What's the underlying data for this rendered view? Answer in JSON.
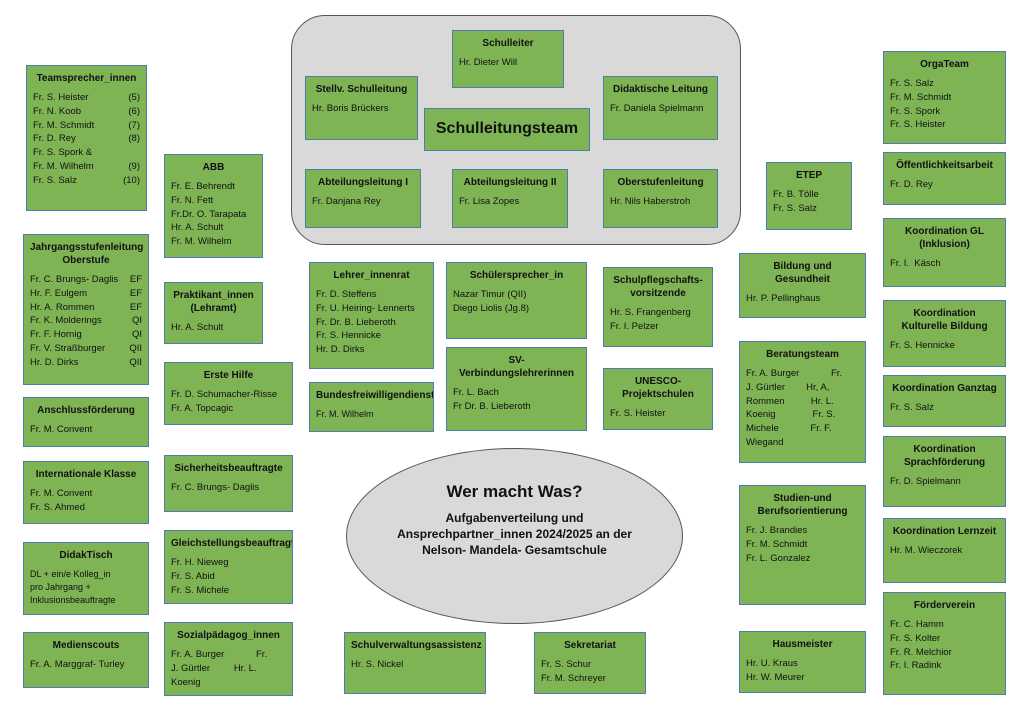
{
  "leadership": {
    "schulleiter": {
      "title": "Schulleiter",
      "lines": [
        "Hr. Dieter Will"
      ]
    },
    "stellv": {
      "title": "Stellv. Schulleitung",
      "lines": [
        "Hr. Boris Brückers"
      ]
    },
    "team_label": "Schulleitungsteam",
    "didaktisch": {
      "title": "Didaktische Leitung",
      "lines": [
        "Fr. Daniela Spielmann"
      ]
    },
    "abt1": {
      "title": "Abteilungsleitung I",
      "lines": [
        "Fr. Danjana Rey"
      ]
    },
    "abt2": {
      "title": "Abteilungsleitung II",
      "lines": [
        "Fr. Lisa Zopes"
      ]
    },
    "oberstufe": {
      "title": "Oberstufenleitung",
      "lines": [
        "Hr. Nils Haberstroh"
      ]
    }
  },
  "center": {
    "heading": "Wer macht Was?",
    "subheading": "Aufgabenverteilung und Ansprechpartner_innen 2024/2025 an der Nelson- Mandela- Gesamtschule"
  },
  "teamsprecher": {
    "title": "Teamsprecher_innen",
    "rows": [
      [
        "Fr. S. Heister",
        "(5)"
      ],
      [
        "Fr. N. Koob",
        "(6)"
      ],
      [
        "Fr. M. Schmidt",
        "(7)"
      ],
      [
        "Fr. D. Rey",
        "(8)"
      ],
      [
        "Fr. S. Spork &",
        ""
      ],
      [
        "Fr. M. Wilhelm",
        "(9)"
      ],
      [
        "Fr. S. Salz",
        "(10)"
      ]
    ]
  },
  "jahrgang": {
    "title": "Jahrgangsstufenleitung Oberstufe",
    "rows": [
      [
        "Fr. C. Brungs- Daglis",
        "EF"
      ],
      [
        "Hr. F. Eulgem",
        "EF"
      ],
      [
        "Hr. A. Rommen",
        "EF"
      ],
      [
        "Fr. K. Molderings",
        "QI"
      ],
      [
        "Fr. F. Hornig",
        "QI"
      ],
      [
        "Fr. V. Straßburger",
        "QII"
      ],
      [
        "Hr. D. Dirks",
        "QII"
      ]
    ]
  },
  "anschluss": {
    "title": "Anschlussförderung",
    "lines": [
      "Fr. M. Convent"
    ]
  },
  "international": {
    "title": "Internationale Klasse",
    "lines": [
      "Fr. M. Convent",
      "Fr. S. Ahmed"
    ]
  },
  "didaktisch_tisch": {
    "title": "DidakTisch",
    "lines": [
      "DL + ein/e Kolleg_in",
      "pro Jahrgang +",
      "Inklusionsbeauftragte"
    ]
  },
  "medienscouts": {
    "title": "Medienscouts",
    "lines": [
      "Fr. A. Marggraf- Turley"
    ]
  },
  "abb": {
    "title": "ABB",
    "lines": [
      "Fr. E. Behrendt",
      "Fr. N. Fett",
      "Fr.Dr. O. Tarapata",
      "Hr. A. Schult",
      "Fr. M. Wilhelm"
    ]
  },
  "praktikant": {
    "title": "Praktikant_innen (Lehramt)",
    "lines": [
      "Hr. A. Schult"
    ]
  },
  "erste_hilfe": {
    "title": "Erste Hilfe",
    "lines": [
      "Fr. D. Schumacher-Risse",
      "Fr. A. Topcagic"
    ]
  },
  "sicherheit": {
    "title": "Sicherheitsbeauftragte",
    "lines": [
      "Fr. C. Brungs- Daglis"
    ]
  },
  "gleichstellung": {
    "title": "Gleichstellungsbeauftragte",
    "lines": [
      "Fr. H. Nieweg",
      "Fr. S. Abid",
      "Fr. S. Michele"
    ]
  },
  "sozial": {
    "title": "Sozialpädagog_innen",
    "lines": [
      "Fr. A. Burger            Fr.",
      "J. Gürtler         Hr. L.",
      "Koenig"
    ]
  },
  "lehrerrat": {
    "title": "Lehrer_innenrat",
    "lines": [
      "Fr. D. Steffens",
      "Fr. U. Heiring- Lennerts",
      "Fr. Dr. B. Lieberoth",
      "Fr. S. Hennicke",
      "Hr. D. Dirks"
    ]
  },
  "bfd": {
    "title": "Bundesfreiwilligendienst",
    "lines": [
      "Fr. M. Wilhelm"
    ]
  },
  "schuelersprecher": {
    "title": "Schülersprecher_in",
    "lines": [
      "Nazar Timur (QII)",
      "Diego Liolis (Jg.8)"
    ]
  },
  "sv": {
    "title": "SV-Verbindungslehrerinnen",
    "lines": [
      "Fr. L. Bach",
      "Fr Dr. B. Lieberoth"
    ]
  },
  "schulpflegschaft": {
    "title": "Schulpflegschafts-vorsitzende",
    "lines": [
      "Hr. S. Frangenberg",
      "Fr. I. Pelzer"
    ]
  },
  "unesco": {
    "title": "UNESCO-Projektschulen",
    "lines": [
      "Fr. S. Heister"
    ]
  },
  "verwaltung": {
    "title": "Schulverwaltungsassistenz",
    "lines": [
      "Hr. S. Nickel"
    ]
  },
  "sekretariat": {
    "title": "Sekretariat",
    "lines": [
      "Fr. S. Schur",
      "Fr. M. Schreyer"
    ]
  },
  "etep": {
    "title": "ETEP",
    "lines": [
      "Fr. B. Tölle",
      "Fr. S. Salz"
    ]
  },
  "bildung": {
    "title": "Bildung und Gesundheit",
    "lines": [
      "Hr. P. Pellinghaus"
    ]
  },
  "beratung": {
    "title": "Beratungsteam",
    "lines": [
      "Fr. A. Burger            Fr.",
      "J. Gürtler        Hr, A,",
      "Rommen          Hr. L.",
      "Koenig              Fr. S.",
      "Michele            Fr. F.",
      "Wiegand"
    ]
  },
  "studien": {
    "title": "Studien-und Berufsorientierung",
    "lines": [
      "Fr. J. Brandies",
      "Fr. M. Schmidt",
      "Fr. L. Gonzalez"
    ]
  },
  "hausmeister": {
    "title": "Hausmeister",
    "lines": [
      "Hr. U. Kraus",
      "Hr. W. Meurer"
    ]
  },
  "orgateam": {
    "title": "OrgaTeam",
    "lines": [
      "Fr. S. Salz",
      "Fr. M. Schmidt",
      "Fr. S. Spork",
      "Fr. S. Heister"
    ]
  },
  "oeffentlich": {
    "title": "Öffentlichkeitsarbeit",
    "lines": [
      "Fr. D. Rey"
    ]
  },
  "koord_gl": {
    "title": "Koordination GL (Inklusion)",
    "lines": [
      "Fr. I.  Käsch"
    ]
  },
  "koord_kultur": {
    "title": "Koordination Kulturelle Bildung",
    "lines": [
      "Fr. S. Hennicke"
    ]
  },
  "koord_ganztag": {
    "title": "Koordination Ganztag",
    "lines": [
      "Fr. S. Salz"
    ]
  },
  "koord_sprach": {
    "title": "Koordination Sprachförderung",
    "lines": [
      "Fr. D. Spielmann"
    ]
  },
  "koord_lernzeit": {
    "title": "Koordination Lernzeit",
    "lines": [
      "Hr. M. Wieczorek"
    ]
  },
  "foerderverein": {
    "title": "Förderverein",
    "lines": [
      "Fr. C. Hamm",
      "Fr. S. Kolter",
      "Fr. R. Melchior",
      "Fr. I. Radink"
    ]
  }
}
